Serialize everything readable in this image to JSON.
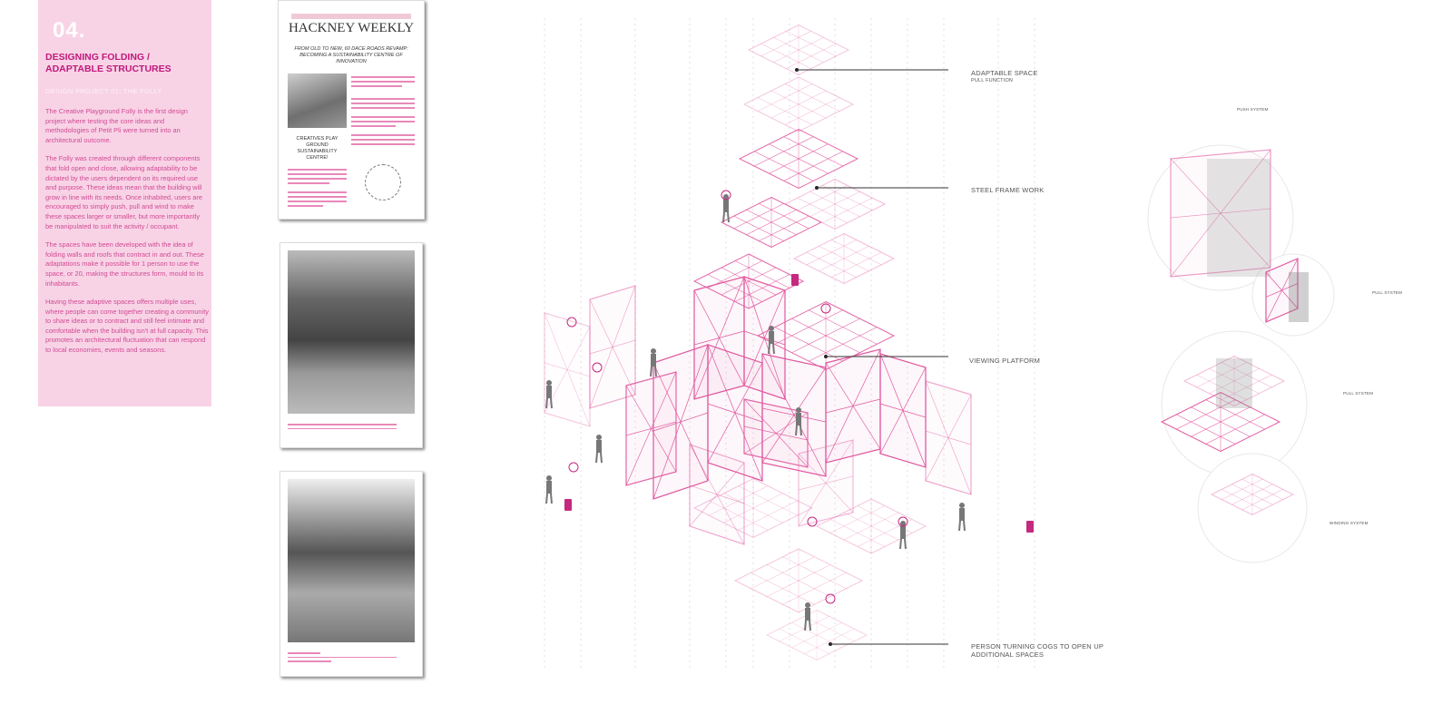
{
  "panel": {
    "number": "04.",
    "heading": "DESIGNING FOLDING / ADAPTABLE STRUCTURES",
    "subtitle": "DESIGN PROJECT 01: THE FOLLY",
    "paragraphs": [
      "The Creative Playground Folly is the first design project where testing the core ideas and methodologies of Petit Pli were turned into an architectural outcome.",
      "The Folly was created through different components that fold open and close, allowing adaptability to be dictated by the users dependent on its required use and purpose. These ideas mean that the building will grow in line with its needs. Once inhabited, users are encouraged to simply push, pull and wind to make these spaces larger or smaller, but more importantly be manipulated to suit the activity / occupant.",
      "The spaces have been developed with the idea of folding walls and roofs that contract in and out. These adaptations make it possible for 1 person to use the space, or 20, making the structures form, mould to its inhabitants.",
      "Having these adaptive spaces offers multiple uses, where people can come together creating a community to share ideas or to contract and still feel intimate and comfortable when the building isn't at full capacity. This promotes an architectural fluctuation that can respond to local economies, events and seasons."
    ]
  },
  "newspaper": {
    "masthead": "HACKNEY WEEKLY",
    "headline": "FROM OLD TO NEW, 60 DACE ROADS REVAMP: BECOMING A SUSTAINABILITY CENTRE OF INNOVATION",
    "box_title": "CREATIVES PLAY GROUND SUSTAINABILITY CENTRE!"
  },
  "callouts": [
    {
      "title": "ADAPTABLE SPACE",
      "subtitle": "PULL FUNCTION"
    },
    {
      "title": "STEEL FRAME WORK",
      "subtitle": ""
    },
    {
      "title": "VIEWING PLATFORM",
      "subtitle": ""
    },
    {
      "title": "PERSON TURNING COGS TO OPEN UP ADDITIONAL SPACES",
      "subtitle": ""
    }
  ],
  "details": [
    "PUSH SYSTEM",
    "PULL SYSTEM",
    "PULL SYSTEM",
    "WINDING SYSTEM"
  ],
  "colors": {
    "accent": "#e0589f",
    "panel": "#f8d3e6",
    "heading": "#c01a7c"
  }
}
